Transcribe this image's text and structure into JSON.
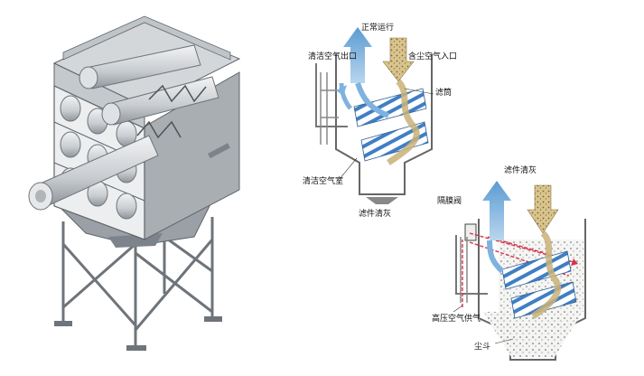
{
  "labels": {
    "normal_operation": "正常运行",
    "clean_air_outlet": "清洁空气出口",
    "dusty_air_inlet": "含尘空气入口",
    "filter_cartridge": "滤筒",
    "clean_air_chamber": "清洁空气室",
    "filter_cleaning_top": "滤件清灰",
    "filter_cleaning_right": "滤件清灰",
    "diaphragm_valve": "隔膜阀",
    "high_pressure_air_supply": "高压空气供气",
    "dust_hopper": "尘斗"
  },
  "colors": {
    "arrow_blue": "#6fa8d8",
    "arrow_dust": "#c9b178",
    "filter_blue": "#3f7fc4",
    "steel": "#b9bec3",
    "steel_dark": "#6e747a",
    "pulse_red": "#d8324a"
  }
}
